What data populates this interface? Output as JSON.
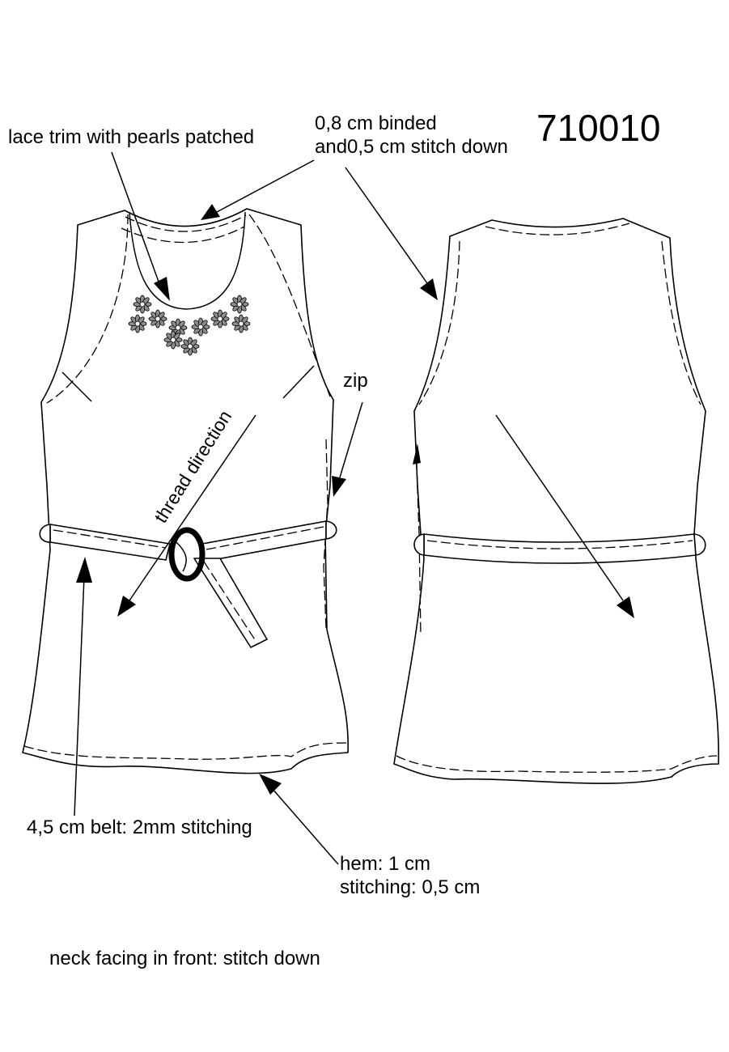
{
  "style_code": "710010",
  "labels": {
    "lace_trim": "lace trim with pearls patched",
    "binding_line1": "0,8 cm binded",
    "binding_line2": "and0,5 cm stitch down",
    "zip": "zip",
    "thread_direction": "thread direction",
    "belt": "4,5  cm belt: 2mm stitching",
    "hem_line1": "hem: 1 cm",
    "hem_line2": "stitching: 0,5 cm",
    "neck_facing": "neck facing in front: stitch down"
  },
  "colors": {
    "line": "#000000",
    "background": "#ffffff",
    "flower_fill": "#8c8c8c"
  }
}
